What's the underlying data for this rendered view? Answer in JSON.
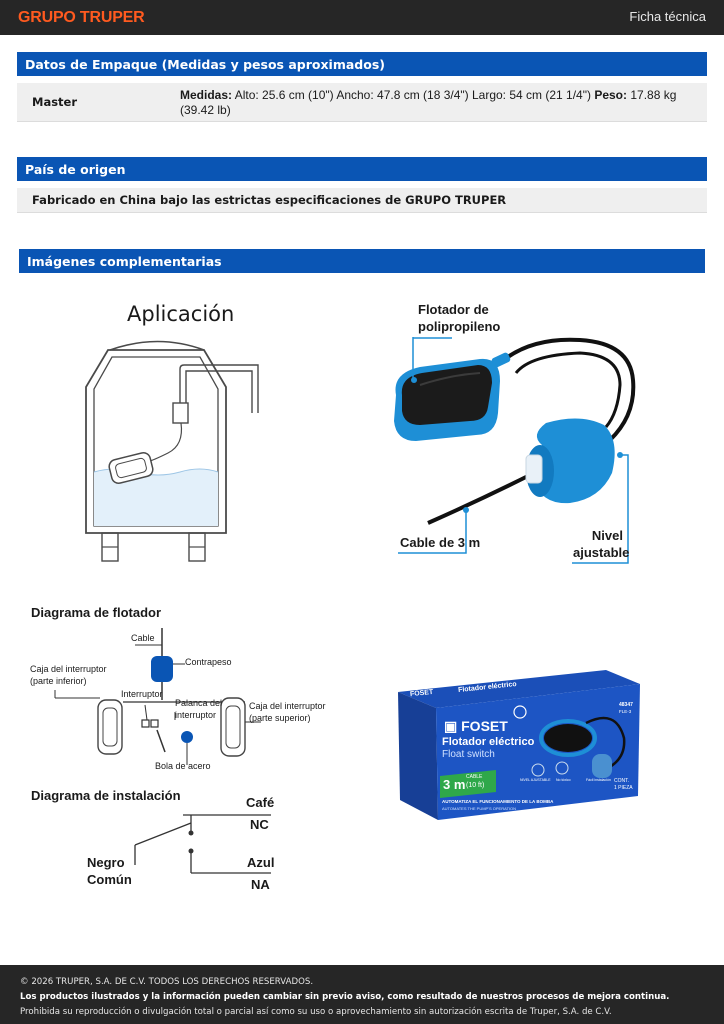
{
  "header": {
    "brand": "GRUPO TRUPER",
    "doc_type": "Ficha técnica"
  },
  "packaging": {
    "title": "Datos de Empaque (Medidas y pesos aproximados)",
    "row_label": "Master",
    "measures_label": "Medidas:",
    "measures_value": "Alto: 25.6 cm (10\") Ancho: 47.8 cm (18 3/4\") Largo: 54 cm (21 1/4\")",
    "weight_label": "Peso:",
    "weight_value": "17.88 kg (39.42 lb)"
  },
  "origin": {
    "title": "País de origen",
    "text": "Fabricado en China bajo las estrictas especificaciones de GRUPO TRUPER"
  },
  "images": {
    "title": "Imágenes complementarias",
    "application": {
      "title": "Aplicación"
    },
    "product": {
      "float_label_1": "Flotador de",
      "float_label_2": "polipropileno",
      "cable_label": "Cable de 3 m",
      "level_label_1": "Nivel",
      "level_label_2": "ajustable"
    },
    "float_diagram": {
      "title": "Diagrama de flotador",
      "cable": "Cable",
      "counterweight": "Contrapeso",
      "lower_box_1": "Caja del interruptor",
      "lower_box_2": "(parte inferior)",
      "switch": "Interruptor",
      "lever_1": "Palanca del",
      "lever_2": "interruptor",
      "upper_box_1": "Caja del interruptor",
      "upper_box_2": "(parte superior)",
      "steel_ball": "Bola de acero"
    },
    "install_diagram": {
      "title": "Diagrama de instalación",
      "brown": "Café",
      "nc": "NC",
      "black_1": "Negro",
      "black_2": "Común",
      "blue": "Azul",
      "na": "NA"
    },
    "box": {
      "brand": "FOSET",
      "brand_small": "FOSET",
      "product_es": "Flotador eléctrico",
      "product_es_small": "Flotador eléctrico",
      "product_en": "Float switch",
      "length": "3 m",
      "length_alt": "(10 ft)",
      "cable_small": "CABLE",
      "tagline": "AUTOMATIZA EL FUNCIONAMIENTO DE LA BOMBA",
      "tagline_en": "AUTOMATES THE PUMP'S OPERATION",
      "code": "48347",
      "model": "FLE-3",
      "contents": "CONT.",
      "pieces": "1 PIEZA",
      "level_es": "NIVEL AJUSTABLE",
      "feature_a": "No tóxico",
      "feature_b": "Fácil instalación"
    }
  },
  "footer": {
    "copyright": "© 2026 TRUPER, S.A. DE C.V. TODOS LOS DERECHOS RESERVADOS.",
    "notice": "Los productos ilustrados y la información pueden cambiar sin previo aviso, como resultado de nuestros procesos de mejora continua.",
    "legal": "Prohibida su reproducción o divulgación total o parcial así como su uso o aprovechamiento sin autorización escrita de Truper, S.A. de C.V."
  },
  "colors": {
    "section_blue": "#0a55b4",
    "brand_orange": "#ff5a1f",
    "bar_dark": "#262626",
    "product_blue": "#1e8fd6"
  }
}
